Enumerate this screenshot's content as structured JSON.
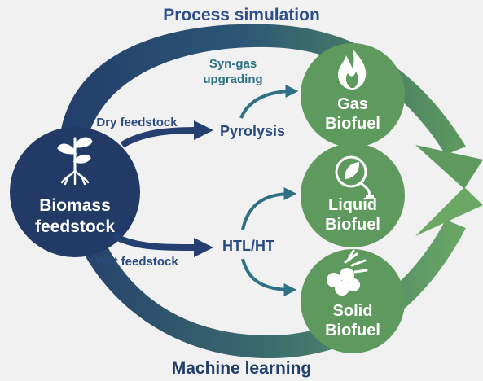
{
  "title_top": "Process simulation",
  "title_bottom": "Machine learning",
  "biomass": {
    "line1": "Biomass",
    "line2": "feedstock",
    "icon": "plant-sprout-icon"
  },
  "edges": {
    "dry": "Dry feedstock",
    "wet": "Wet feedstock",
    "syngas_line1": "Syn-gas",
    "syngas_line2": "upgrading"
  },
  "nodes": {
    "pyrolysis": "Pyrolysis",
    "htl": "HTL/HT"
  },
  "outputs": {
    "gas": {
      "line1": "Gas",
      "line2": "Biofuel",
      "icon": "flame-icon"
    },
    "liquid": {
      "line1": "Liquid",
      "line2": "Biofuel",
      "icon": "leaf-plug-icon"
    },
    "solid": {
      "line1": "Solid",
      "line2": "Biofuel",
      "icon": "pellets-icon"
    }
  },
  "colors": {
    "navy": "#233d6b",
    "navy_dark": "#1d3461",
    "teal": "#2e7186",
    "green": "#5e9a5e",
    "green_light": "#76b26a",
    "background": "#f1f1f1"
  }
}
